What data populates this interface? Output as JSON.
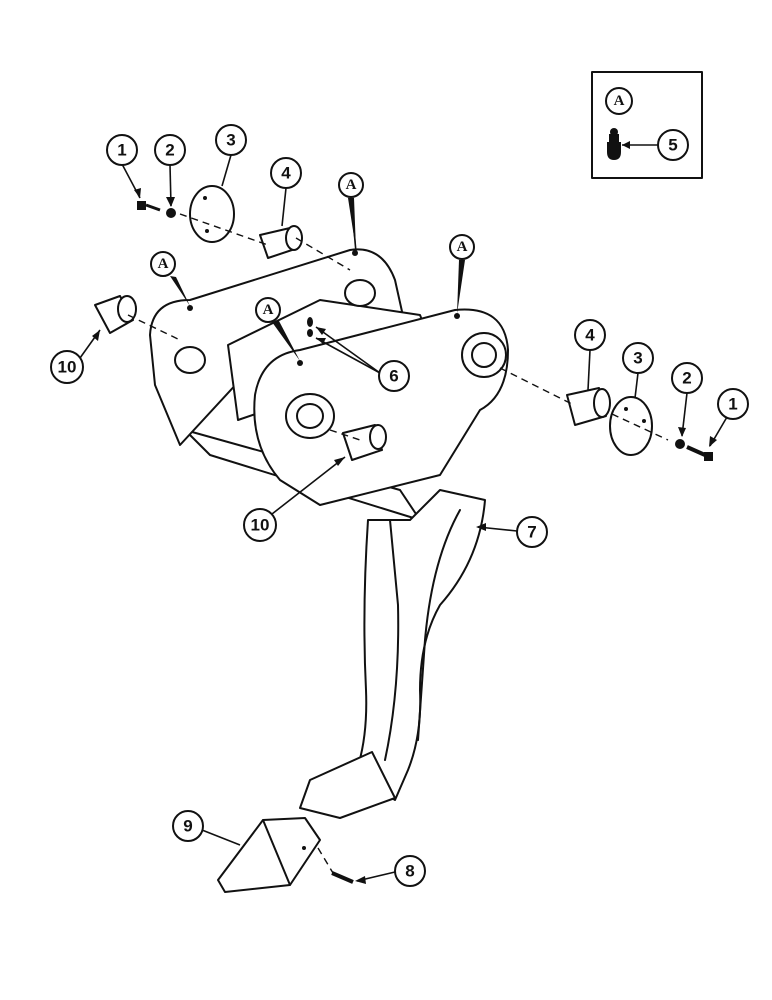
{
  "callouts": {
    "c1_left": "1",
    "c2_left": "2",
    "c3_left": "3",
    "c4_left": "4",
    "c10_left": "10",
    "c6": "6",
    "c10_bottom": "10",
    "c4_right": "4",
    "c3_right": "3",
    "c2_right": "2",
    "c1_right": "1",
    "c7": "7",
    "c9": "9",
    "c8": "8",
    "c5": "5"
  },
  "reference_marks": {
    "a1": "A",
    "a2": "A",
    "a3": "A",
    "a4": "A",
    "inset": "A"
  },
  "icons": [
    "grease-fitting-icon"
  ]
}
